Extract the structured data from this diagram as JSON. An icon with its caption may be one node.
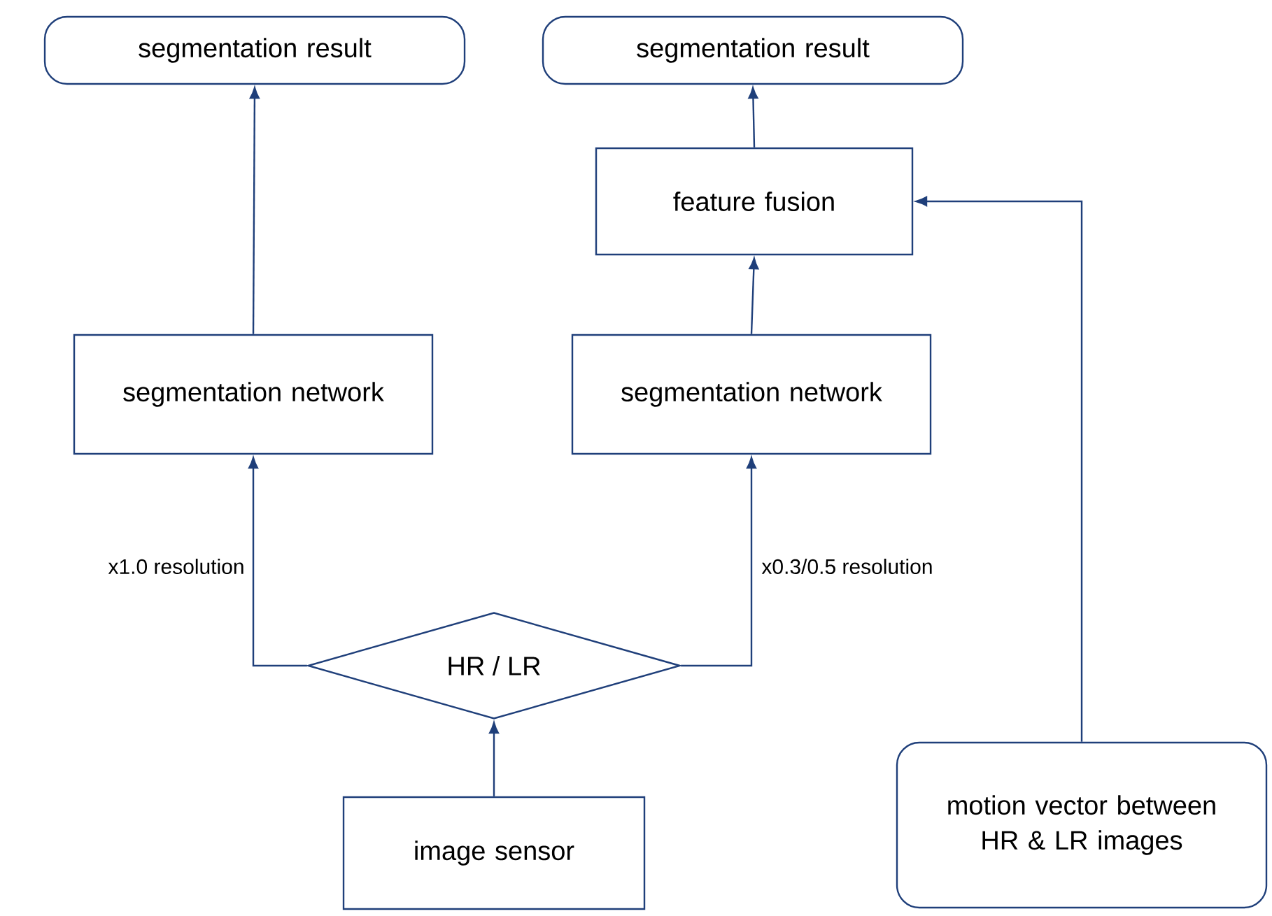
{
  "diagram": {
    "nodes": [
      {
        "text": [
          "segmentation result"
        ]
      },
      {
        "text": [
          "segmentation result"
        ]
      },
      {
        "text": [
          "feature fusion"
        ]
      },
      {
        "text": [
          "segmentation network"
        ]
      },
      {
        "text": [
          "segmentation network"
        ]
      },
      {
        "text": [
          "HR / LR"
        ]
      },
      {
        "text": [
          "image sensor"
        ]
      },
      {
        "text": [
          "motion vector between HR & LR images"
        ]
      }
    ],
    "edges": [
      {
        "from": 6,
        "to": 5,
        "arrow": "to"
      },
      {
        "from": 5,
        "to": 3,
        "arrow": "to",
        "label": "x1.0 resolution"
      },
      {
        "from": 5,
        "to": 4,
        "arrow": "to",
        "label": "x0.3/0.5 resolution"
      },
      {
        "from": 3,
        "to": 0,
        "arrow": "to"
      },
      {
        "from": 4,
        "to": 2,
        "arrow": "to"
      },
      {
        "from": 2,
        "to": 1,
        "arrow": "to"
      },
      {
        "from": 7,
        "to": 2,
        "arrow": "to"
      }
    ]
  }
}
